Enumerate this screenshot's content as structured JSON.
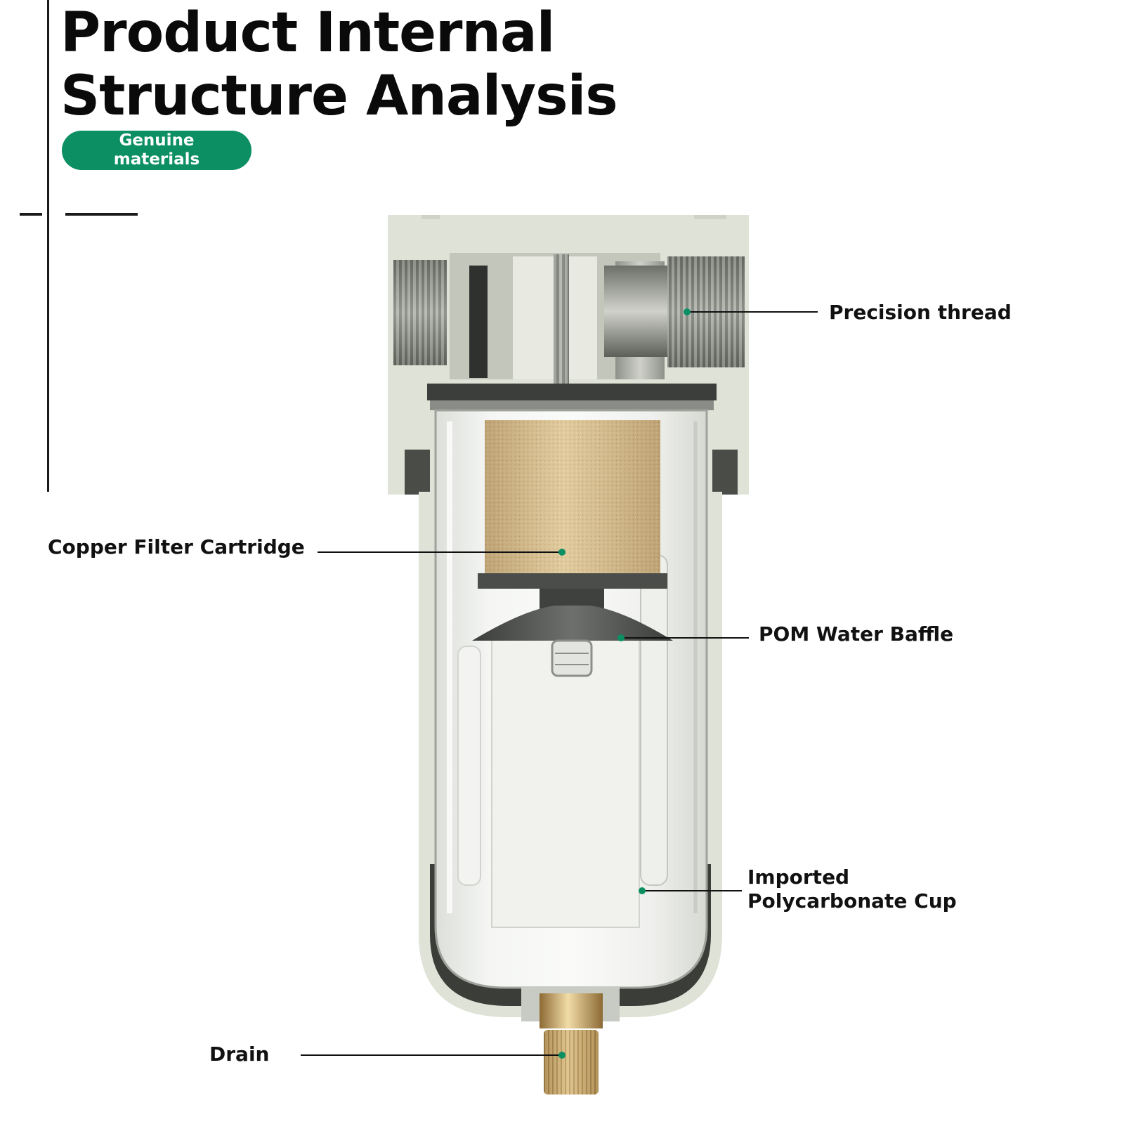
{
  "header": {
    "title_line1": "Product Internal",
    "title_line2": "Structure Analysis",
    "badge_line1": "Genuine",
    "badge_line2": "materials"
  },
  "callouts": {
    "precision_thread": "Precision thread",
    "copper_filter": "Copper Filter Cartridge",
    "pom_baffle": "POM Water Baffle",
    "pc_cup_line1": "Imported",
    "pc_cup_line2": "Polycarbonate Cup",
    "drain": "Drain"
  },
  "colors": {
    "accent_green": "#0b8f63",
    "text": "#111111",
    "housing": "#dfe2d6",
    "brass": "#c9a46a"
  }
}
